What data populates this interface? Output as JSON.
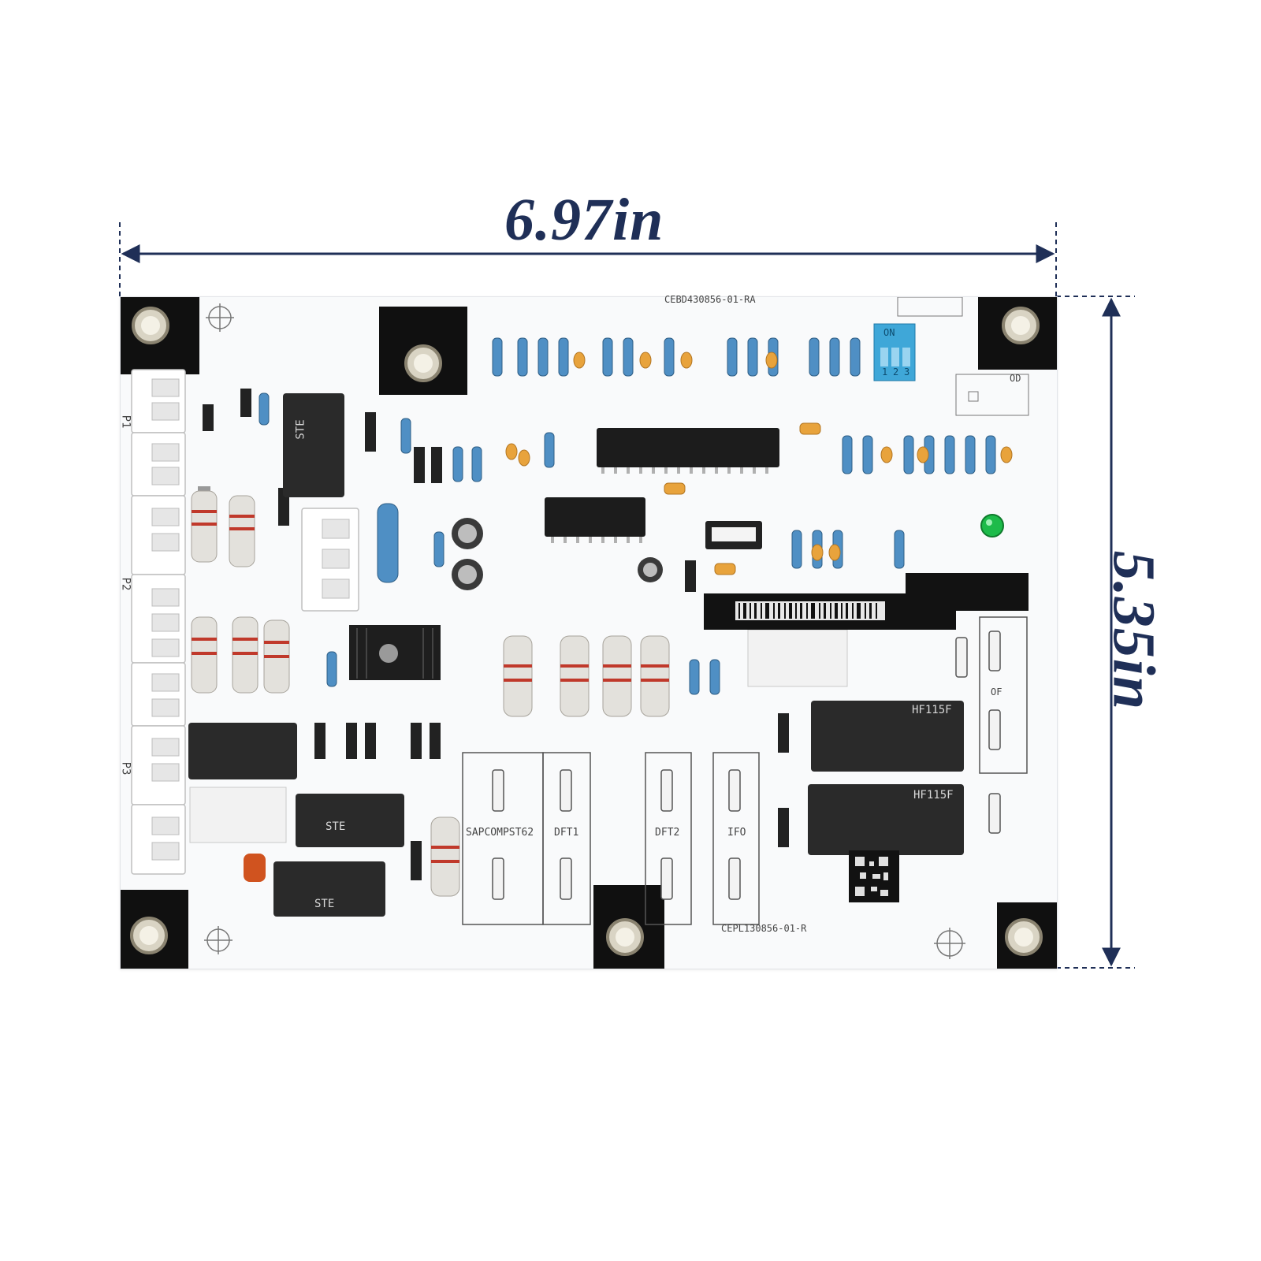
{
  "dimensions": {
    "width_label": "6.97in",
    "height_label": "5.35in",
    "label_color": "#1f2f57"
  },
  "board": {
    "part_number_top": "CEBD430856-01-RA",
    "part_number_bottom": "CEPL130856-01-R",
    "connectors": {
      "p1": "P1",
      "p2": "P2",
      "p3": "P3"
    },
    "fuse_labels": [
      "SAPCOMPST62",
      "DFT1",
      "DFT2",
      "IFO"
    ],
    "dip_switch": {
      "on_label": "ON",
      "positions": [
        "1",
        "2",
        "3"
      ]
    },
    "relays": {
      "hf115f_1": "HF115F",
      "hf115f_2": "HF115F",
      "ste_1": "STE",
      "ste_2": "STE",
      "ste_3": "STE"
    },
    "right_labels": {
      "od": "OD",
      "of": "OF"
    },
    "silk_color": "#444444",
    "component_black": "#1c1c1c",
    "pad_black": "#101010"
  }
}
